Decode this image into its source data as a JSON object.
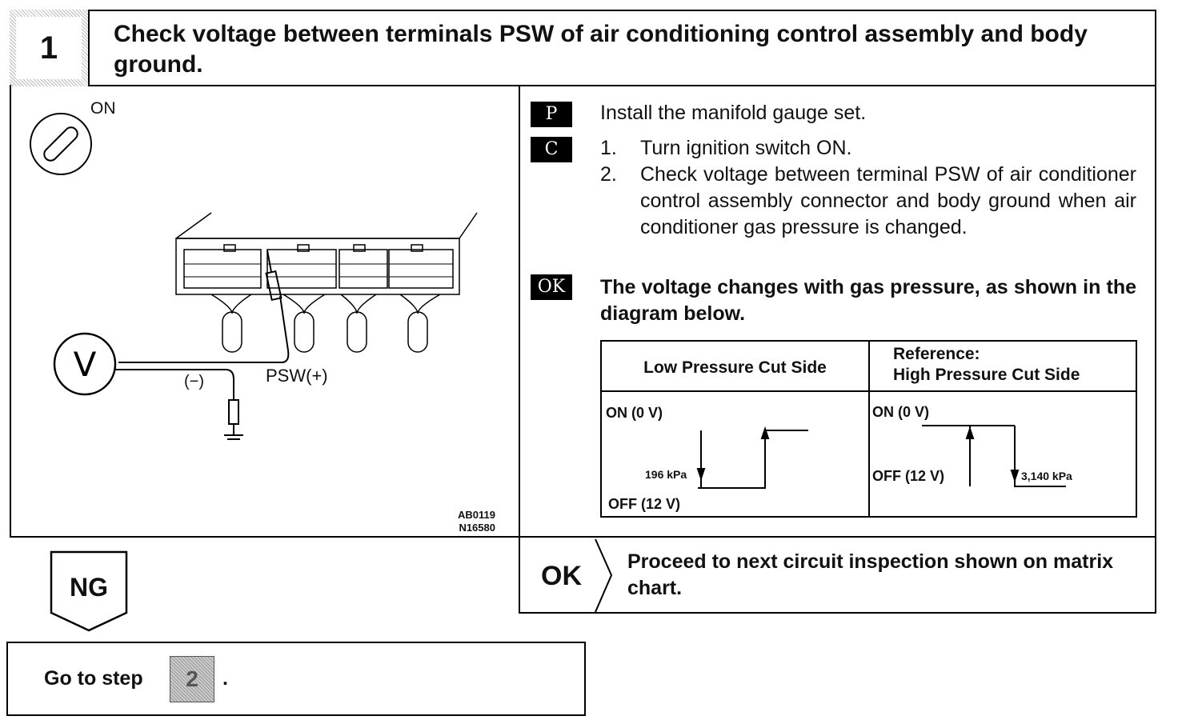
{
  "header": {
    "step_number": "1",
    "title": "Check voltage between terminals PSW of air conditioning control assembly and body ground."
  },
  "diagram": {
    "ignition_label": "ON",
    "voltmeter_label": "V",
    "negative_label": "(−)",
    "probe_label": "PSW(+)",
    "figure_codes": [
      "AB0119",
      "N16580"
    ]
  },
  "instructions": {
    "prep_tag": "P",
    "prep_text": "Install the manifold gauge set.",
    "check_tag": "C",
    "check_steps": [
      {
        "num": "1.",
        "text": "Turn ignition switch ON."
      },
      {
        "num": "2.",
        "text": "Check voltage between terminal PSW of air conditioner control assembly connector and body ground when air conditioner gas pressure is changed."
      }
    ],
    "ok_tag": "OK",
    "ok_text": "The voltage changes with gas pressure, as shown in the diagram below."
  },
  "table": {
    "low_header": "Low Pressure Cut Side",
    "high_header_line1": "Reference:",
    "high_header_line2": "High Pressure Cut Side",
    "low": {
      "on_label": "ON (0 V)",
      "off_label": "OFF (12 V)",
      "threshold": "196 kPa"
    },
    "high": {
      "on_label": "ON (0 V)",
      "off_label": "OFF (12 V)",
      "threshold": "3,140 kPa"
    }
  },
  "results": {
    "ng_label": "NG",
    "ok_label": "OK",
    "ok_action": "Proceed to next circuit inspection shown on matrix chart.",
    "goto_prefix": "Go to step",
    "goto_step": "2",
    "goto_suffix": "."
  }
}
